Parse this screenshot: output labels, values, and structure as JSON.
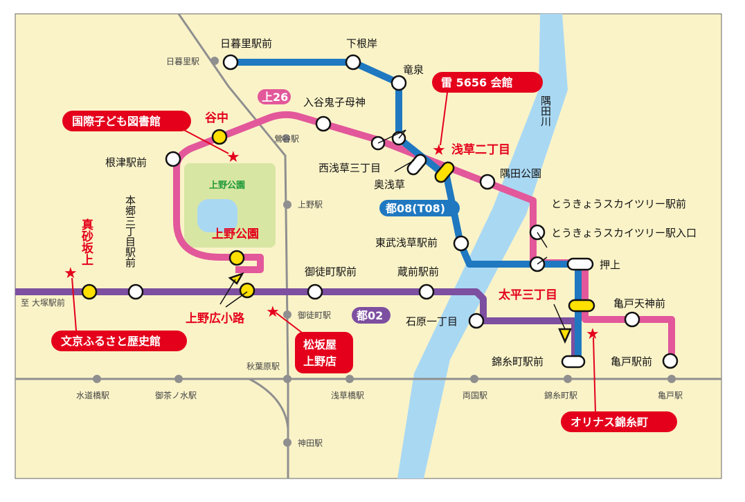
{
  "colors": {
    "background": "#faf3c8",
    "river": "#a9d8f3",
    "rail": "#8f8f8f",
    "line_kami26": "#e2589a",
    "line_to08": "#1f78c0",
    "line_to02": "#7d4fa0",
    "accent_red": "#e4001b",
    "park": "#d8e6a4",
    "pond": "#a9d8f3"
  },
  "river": {
    "name": "隅田川"
  },
  "park": {
    "name": "上野公園"
  },
  "routes": [
    {
      "id": "kami26",
      "label": "上26",
      "color": "#e2589a"
    },
    {
      "id": "to08",
      "label": "都08(T08)",
      "color": "#1f78c0"
    },
    {
      "id": "to02",
      "label": "都02",
      "color": "#7d4fa0"
    }
  ],
  "bus_stops": {
    "nippori": "日暮里駅前",
    "shimone": "下根岸",
    "ryusen": "竜泉",
    "iriya": "入谷鬼子母神",
    "nishiasakusa": "西浅草三丁目",
    "okuasakusa": "奥浅草",
    "sumidakoen": "隅田公園",
    "nezu": "根津駅前",
    "hongo": "本郷三丁目駅前",
    "okachimachi": "御徒町駅前",
    "kuramae": "蔵前駅前",
    "tobuasakusa": "東武浅草駅前",
    "skytree_mae": "とうきょうスカイツリー駅前",
    "skytree_iri": "とうきょうスカイツリー駅入口",
    "oshiage": "押上",
    "kameidotenjin": "亀戸天神前",
    "ishiwara": "石原一丁目",
    "kinshicho": "錦糸町駅前",
    "kameido": "亀戸駅前",
    "to_otsuka": "至 大塚駅前"
  },
  "highlight_stops": {
    "yanaka": "谷中",
    "uenokoen": "上野公園",
    "uenohirokoji": "上野広小路",
    "masagozaka": "真砂坂上",
    "asakusa2": "浅草二丁目",
    "taihei3": "太平三丁目"
  },
  "rail_stations": {
    "nippori": "日暮里駅",
    "uguisudani": "鶯谷駅",
    "ueno": "上野駅",
    "okachimachi": "御徒町駅",
    "akihabara": "秋葉原駅",
    "suidobashi": "水道橋駅",
    "ochanomizu": "御茶ノ水駅",
    "asakusabashi": "浅草橋駅",
    "ryogoku": "両国駅",
    "kinshicho": "錦糸町駅",
    "kameido": "亀戸駅",
    "kanda": "神田駅"
  },
  "landmarks": {
    "kodomo": "国際子ども図書館",
    "kaminari": "雷 5656 会館",
    "bunkyo": "文京ふるさと歴史館",
    "matsuzakaya_1": "松坂屋",
    "matsuzakaya_2": "上野店",
    "olinas": "オリナス錦糸町"
  }
}
